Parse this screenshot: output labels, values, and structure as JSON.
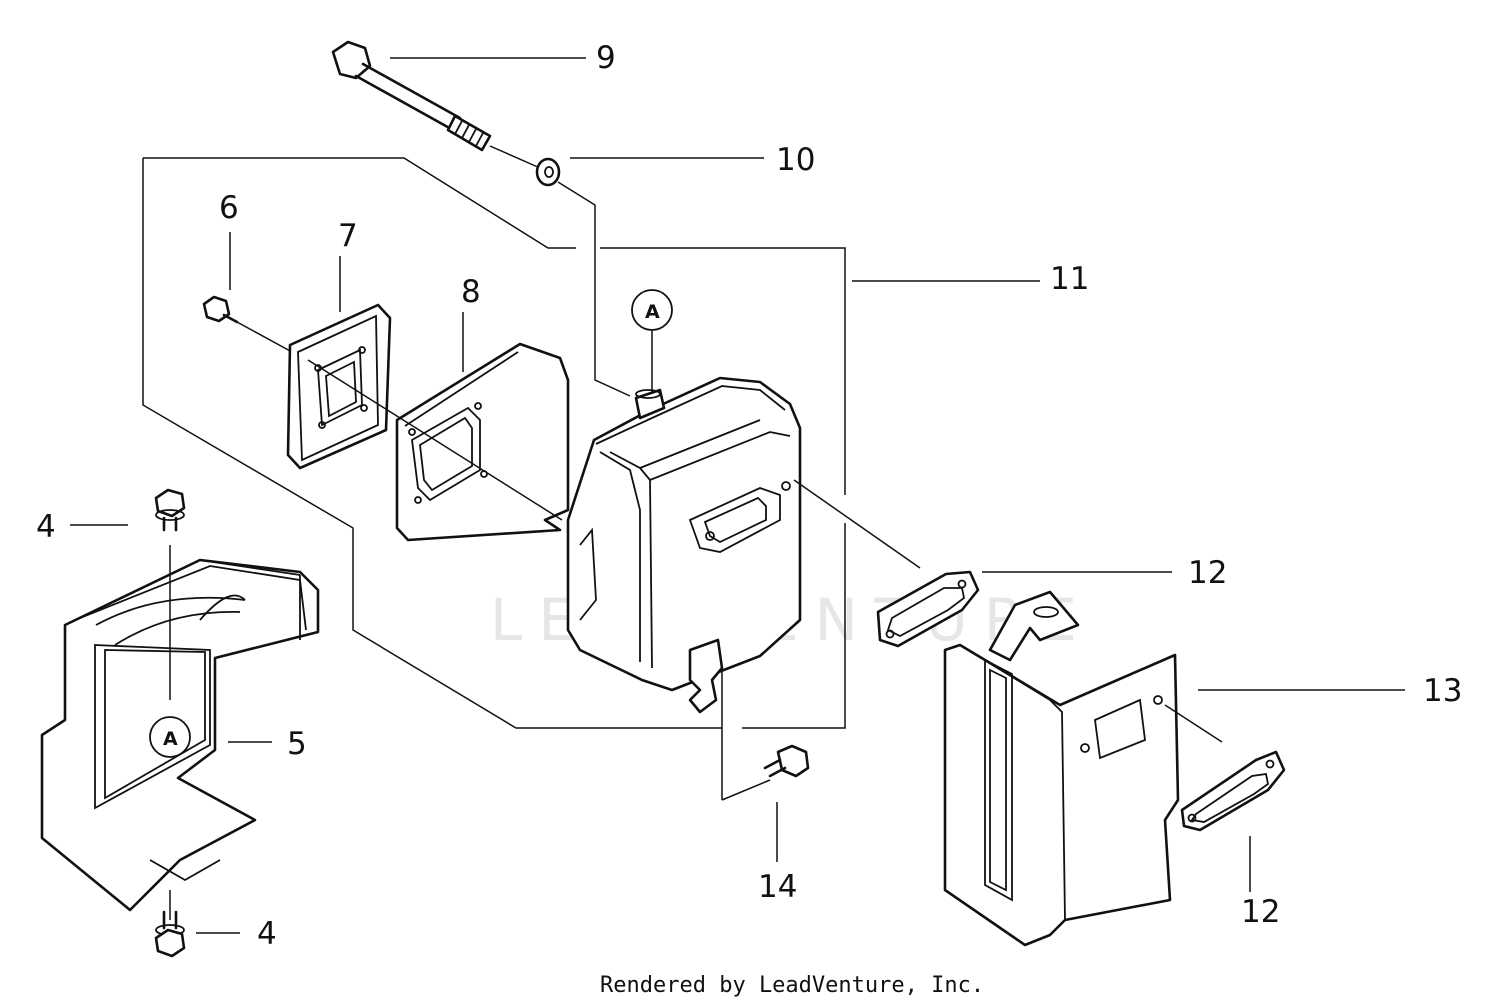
{
  "callouts": {
    "c9": "9",
    "c10": "10",
    "c6": "6",
    "c7": "7",
    "c8": "8",
    "c11": "11",
    "c4_top": "4",
    "c12_top": "12",
    "c13": "13",
    "c5": "5",
    "c14": "14",
    "c4_bottom": "4",
    "c12_bottom": "12"
  },
  "reference_marks": {
    "top": "A",
    "bottom": "A"
  },
  "watermark": "LEADVENTURE",
  "footer": "Rendered by LeadVenture, Inc."
}
